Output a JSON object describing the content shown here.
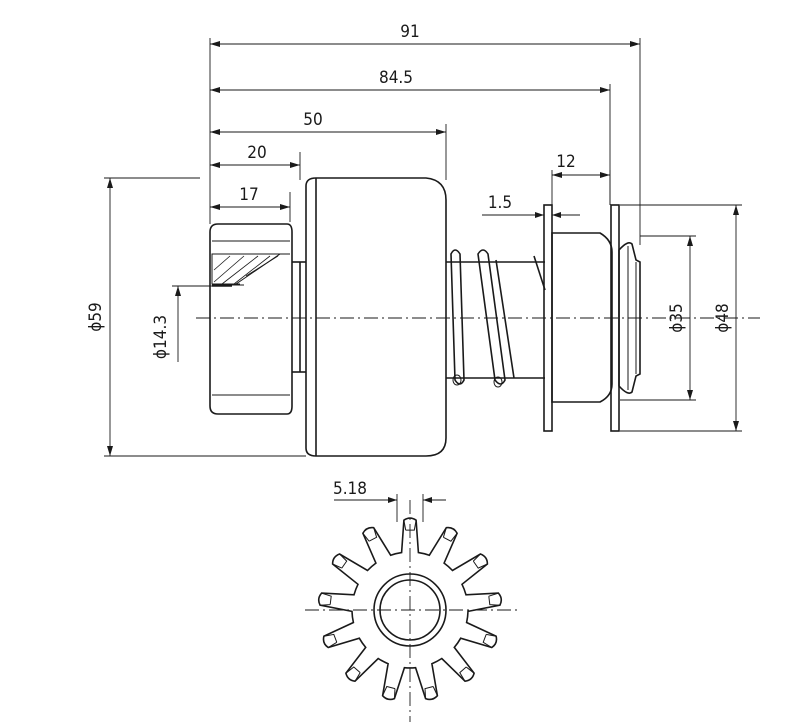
{
  "dimensions": {
    "d91": "91",
    "d84_5": "84.5",
    "d50": "50",
    "d20": "20",
    "d17": "17",
    "d12": "12",
    "d1_5": "1.5",
    "dia59": "ϕ59",
    "dia14_3": "ϕ14.3",
    "dia35": "ϕ35",
    "dia48": "ϕ48",
    "d5_18": "5.18"
  },
  "gear": {
    "teeth": 13
  }
}
